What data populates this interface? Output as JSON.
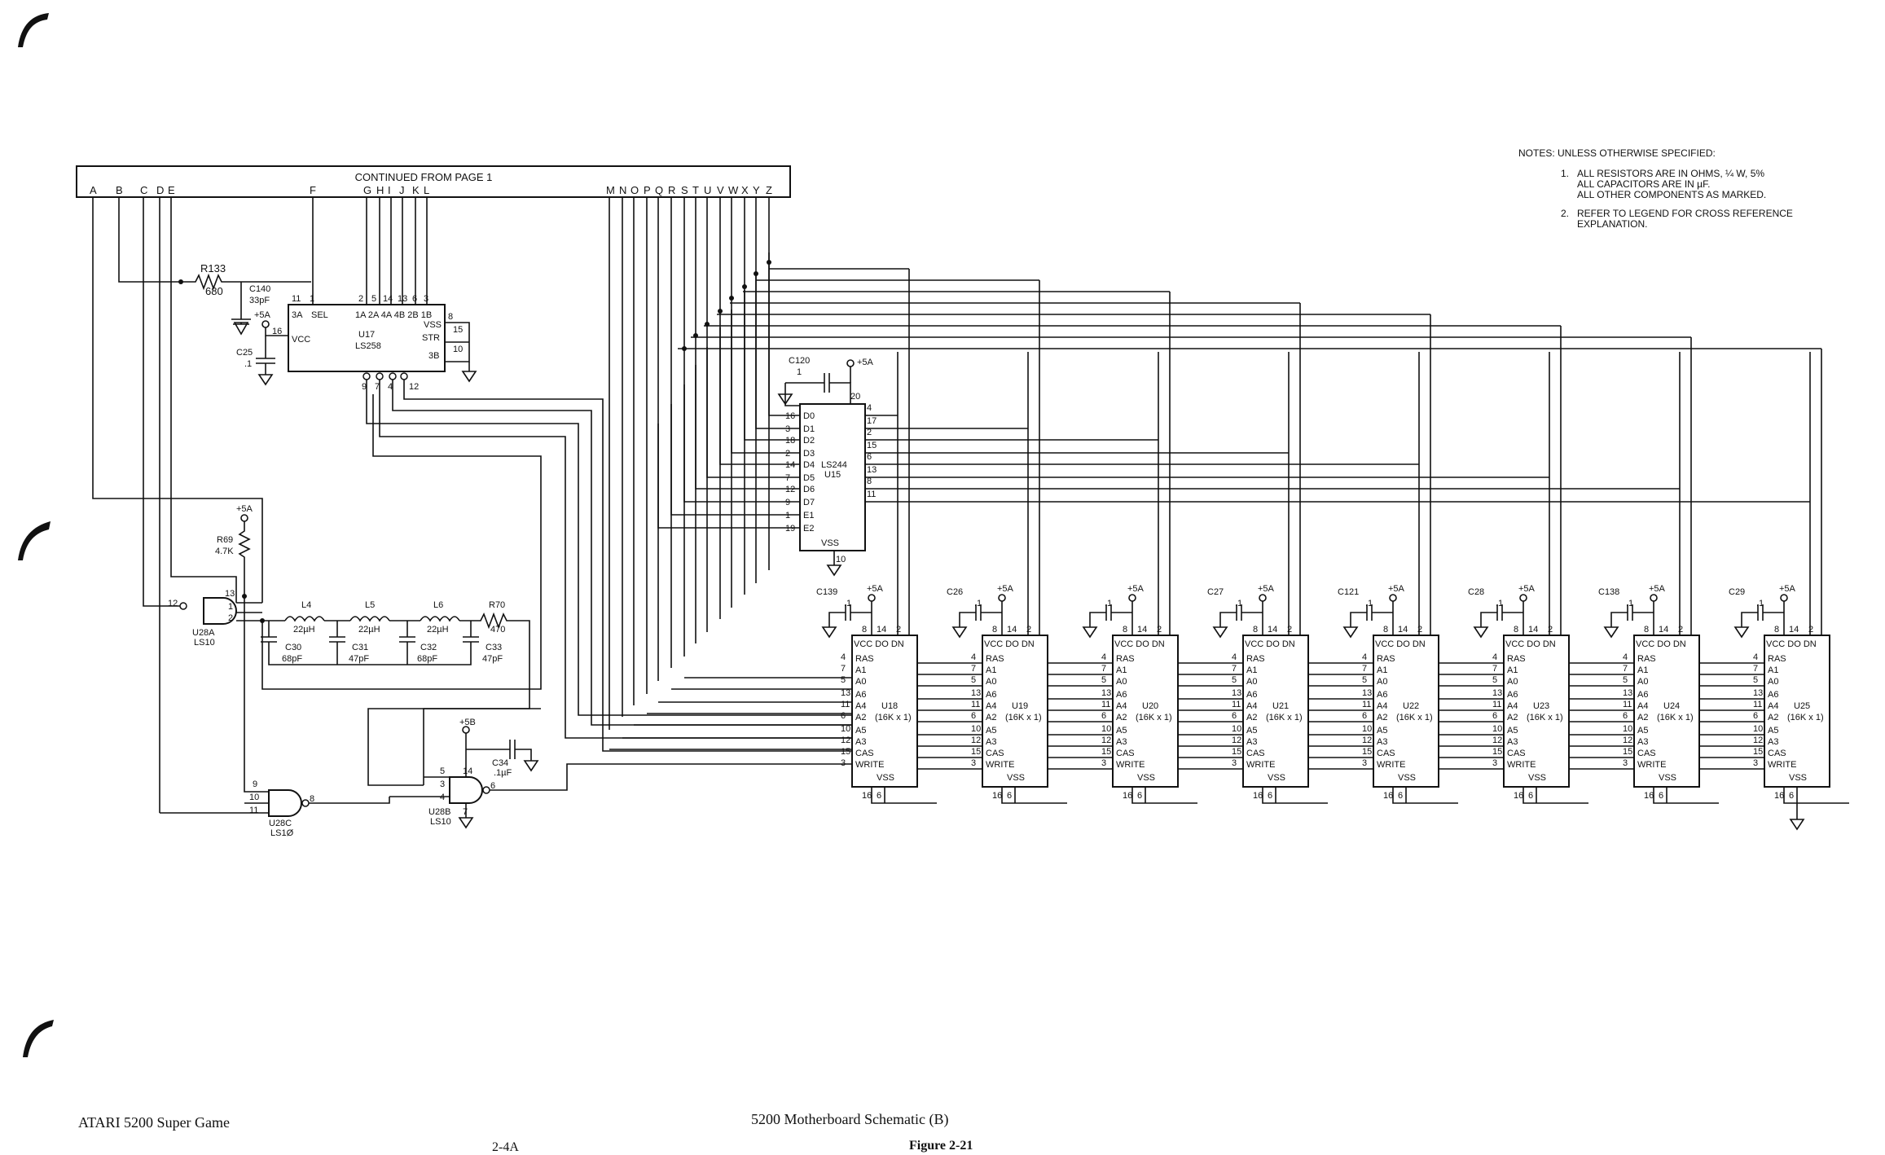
{
  "header": {
    "label": "CONTINUED FROM PAGE 1"
  },
  "bus_letters": [
    "A",
    "B",
    "C",
    "D",
    "E",
    "F",
    "G",
    "H",
    "I",
    "J",
    "K",
    "L",
    "M",
    "N",
    "O",
    "P",
    "Q",
    "R",
    "S",
    "T",
    "U",
    "V",
    "W",
    "X",
    "Y",
    "Z"
  ],
  "notes": {
    "heading": "NOTES:  UNLESS OTHERWISE SPECIFIED:",
    "item1_num": "1.",
    "item1_lines": [
      "ALL RESISTORS ARE IN OHMS, ¼ W, 5%",
      "ALL CAPACITORS ARE IN µF.",
      "ALL OTHER COMPONENTS AS MARKED."
    ],
    "item2_num": "2.",
    "item2_lines": [
      "REFER TO LEGEND FOR CROSS REFERENCE",
      "EXPLANATION."
    ]
  },
  "components": {
    "r133": {
      "ref": "R133",
      "value": "680"
    },
    "c140": {
      "ref": "C140",
      "value": "33pF"
    },
    "c25": {
      "ref": "C25",
      "value": ".1"
    },
    "supply_5a": "+5A",
    "supply_5b": "+5B",
    "u17": {
      "ref": "U17",
      "type": "LS258",
      "pins_top": "1A 2A 4A 4B 2B 1B",
      "pin_3a": "3A",
      "pin_sel": "SEL",
      "pin_vcc": "VCC",
      "pin_vss": "VSS",
      "pin_str": "STR",
      "pin_3b": "3B",
      "nums": {
        "p11": "11",
        "p1": "1",
        "p2": "2",
        "p5": "5",
        "p14": "14",
        "p13": "13",
        "p6": "6",
        "p3": "3",
        "p8": "8",
        "p15": "15",
        "p10": "10",
        "p16": "16",
        "p9": "9",
        "p7": "7",
        "p4": "4",
        "p12": "12"
      }
    },
    "c120": {
      "ref": "C120",
      "value": "1"
    },
    "u15": {
      "ref": "U15",
      "type": "LS244",
      "inputs": [
        "D0",
        "D1",
        "D2",
        "D3",
        "D4",
        "D5",
        "D6",
        "D7",
        "E1",
        "E2"
      ],
      "in_pins": [
        "16",
        "3",
        "18",
        "2",
        "14",
        "7",
        "12",
        "9",
        "1",
        "19"
      ],
      "out_pins": [
        "4",
        "17",
        "2",
        "15",
        "6",
        "13",
        "8",
        "11"
      ],
      "vss": "VSS",
      "p20": "20",
      "p10": "10"
    },
    "r69": {
      "ref": "R69",
      "value": "4.7K"
    },
    "u28a": {
      "ref": "U28A",
      "type": "LS10",
      "p12": "12",
      "p13": "13",
      "p1": "1",
      "p2": "2"
    },
    "l4": {
      "ref": "L4",
      "value": "22µH"
    },
    "l5": {
      "ref": "L5",
      "value": "22µH"
    },
    "l6": {
      "ref": "L6",
      "value": "22µH"
    },
    "r70": {
      "ref": "R70",
      "value": "470"
    },
    "c30": {
      "ref": "C30",
      "value": "68pF"
    },
    "c31": {
      "ref": "C31",
      "value": "47pF"
    },
    "c32": {
      "ref": "C32",
      "value": "68pF"
    },
    "c33": {
      "ref": "C33",
      "value": "47pF"
    },
    "c34": {
      "ref": "C34",
      "value": ".1µF"
    },
    "u28b": {
      "ref": "U28B",
      "type": "LS10",
      "p5": "5",
      "p3": "3",
      "p4": "4",
      "p14": "14",
      "p6": "6",
      "p7": "7"
    },
    "u28c": {
      "ref": "U28C",
      "type": "LS1Ø",
      "p9": "9",
      "p10": "10",
      "p11": "11",
      "p8": "8"
    }
  },
  "ram_chips": [
    {
      "ref": "U18",
      "cap": "C139"
    },
    {
      "ref": "U19",
      "cap": "C26"
    },
    {
      "ref": "U20",
      "cap": ""
    },
    {
      "ref": "U21",
      "cap": "C27"
    },
    {
      "ref": "U22",
      "cap": "C121"
    },
    {
      "ref": "U23",
      "cap": "C28"
    },
    {
      "ref": "U24",
      "cap": "C138"
    },
    {
      "ref": "U25",
      "cap": "C29"
    }
  ],
  "ram": {
    "top_pins": "VCC DO DN",
    "pins": [
      "RAS",
      "A1",
      "A0",
      "A6",
      "A4",
      "A2",
      "A5",
      "A3",
      "CAS",
      "WRITE"
    ],
    "pin_nums": [
      "4",
      "7",
      "5",
      "13",
      "11",
      "6",
      "10",
      "12",
      "15",
      "3"
    ],
    "vss": "VSS",
    "org": "(16K x 1)",
    "cap_value": ".1",
    "p8": "8",
    "p14": "14",
    "p2": "2",
    "p16": "16",
    "p6": "6"
  },
  "footer": {
    "left": "ATARI 5200 Super Game",
    "center": "5200 Motherboard Schematic (B)",
    "page": "2-4A",
    "figure": "Figure 2-21"
  }
}
